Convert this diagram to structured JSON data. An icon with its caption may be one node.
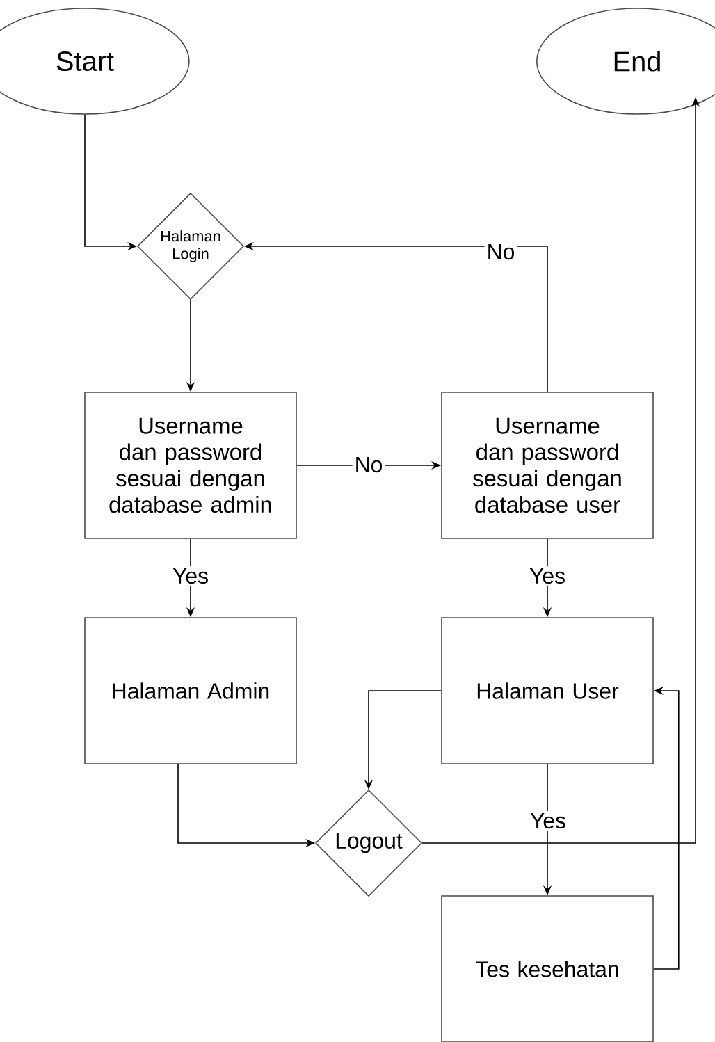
{
  "diagram": {
    "nodes": [
      {
        "text": [
          "Start"
        ]
      },
      {
        "text": [
          "End"
        ]
      },
      {
        "text": [
          "Halaman Login"
        ]
      },
      {
        "text": [
          "Username dan password sesuai dengan database admin"
        ]
      },
      {
        "text": [
          "Username dan password sesuai dengan database user"
        ]
      },
      {
        "text": [
          "Halaman Admin"
        ]
      },
      {
        "text": [
          "Halaman User"
        ]
      },
      {
        "text": [
          "Logout"
        ]
      },
      {
        "text": [
          "Tes kesehatan"
        ]
      }
    ],
    "edges": [
      {
        "from": 0,
        "to": 2,
        "arrow": "to"
      },
      {
        "from": 2,
        "to": 3,
        "arrow": "to"
      },
      {
        "from": 3,
        "to": 4,
        "arrow": "to",
        "label": "No"
      },
      {
        "from": 4,
        "to": 2,
        "arrow": "to",
        "label": "No"
      },
      {
        "from": 3,
        "to": 5,
        "arrow": "to",
        "label": "Yes"
      },
      {
        "from": 4,
        "to": 6,
        "arrow": "to",
        "label": "Yes"
      },
      {
        "from": 5,
        "to": 7,
        "arrow": "to"
      },
      {
        "from": 6,
        "to": 7,
        "arrow": "to"
      },
      {
        "from": 6,
        "to": 8,
        "arrow": "to",
        "label": "Yes"
      },
      {
        "from": 8,
        "to": 6,
        "arrow": "to"
      },
      {
        "from": 7,
        "to": 1,
        "arrow": "to"
      }
    ]
  }
}
